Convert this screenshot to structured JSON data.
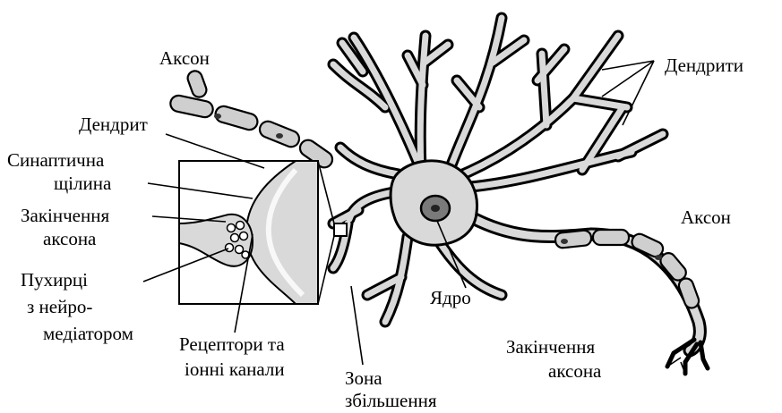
{
  "labels": {
    "axon_top": "Аксон",
    "dendrites": "Дендрити",
    "dendrite": "Дендрит",
    "synaptic_cleft_1": "Синаптична",
    "synaptic_cleft_2": "щілина",
    "axon_terminal_left_1": "Закінчення",
    "axon_terminal_left_2": "аксона",
    "vesicles_1": "Пухирці",
    "vesicles_2": "з нейро-",
    "vesicles_3": "медіатором",
    "receptors_1": "Рецептори та",
    "receptors_2": "іонні канали",
    "zoom_zone_1": "Зона",
    "zoom_zone_2": "збільшення",
    "nucleus": "Ядро",
    "axon_right": "Аксон",
    "axon_terminal_right_1": "Закінчення",
    "axon_terminal_right_2": "аксона"
  },
  "colors": {
    "cell_fill": "#d9d9d9",
    "myelin_fill": "#cfcfcf",
    "nucleus_fill": "#7a7a7a",
    "outline": "#000000"
  }
}
